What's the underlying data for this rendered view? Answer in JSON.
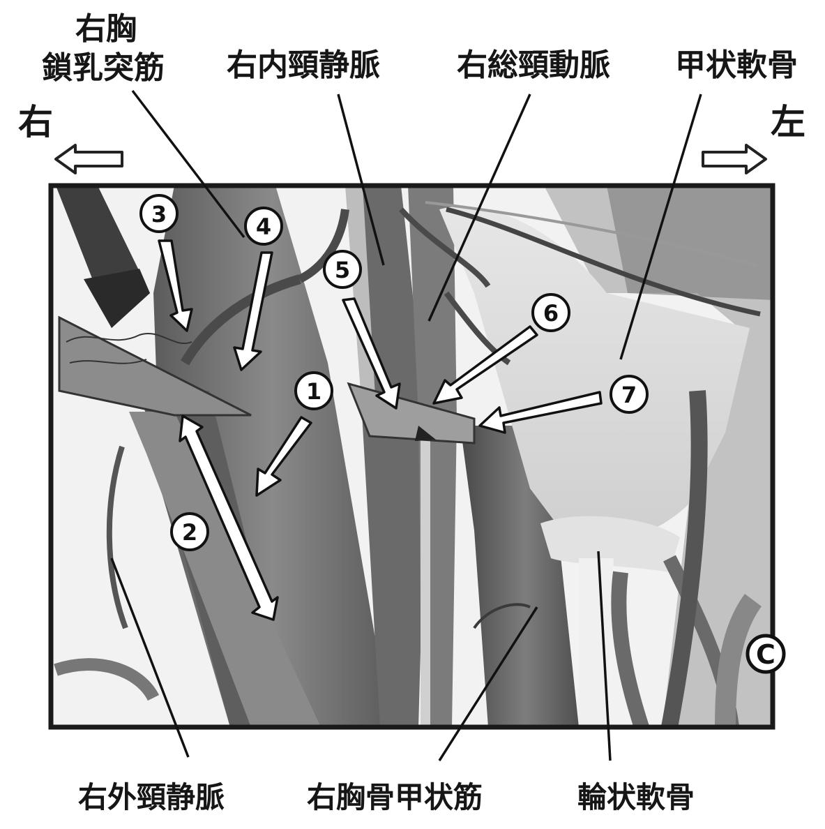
{
  "direction": {
    "right": "右",
    "left": "左"
  },
  "labels_top": {
    "scm_line1": "右胸",
    "scm_line2": "鎖乳突筋",
    "ijv": "右内頸静脈",
    "cca": "右総頸動脈",
    "thyroid": "甲状軟骨"
  },
  "labels_bottom": {
    "ejv": "右外頸静脈",
    "sternothyroid": "右胸骨甲状筋",
    "cricoid": "輪状軟骨"
  },
  "markers": [
    "①",
    "②",
    "③",
    "④",
    "⑤",
    "⑥",
    "⑦"
  ],
  "copyright": "C",
  "colors": {
    "frame": "#1a1a1a",
    "muscle": "#6e6e6e",
    "muscle_dark": "#4a4a4a",
    "vessel": "#5a5a5a",
    "cartilage": "#dcdcdc",
    "needle": "#9a9a9a"
  }
}
